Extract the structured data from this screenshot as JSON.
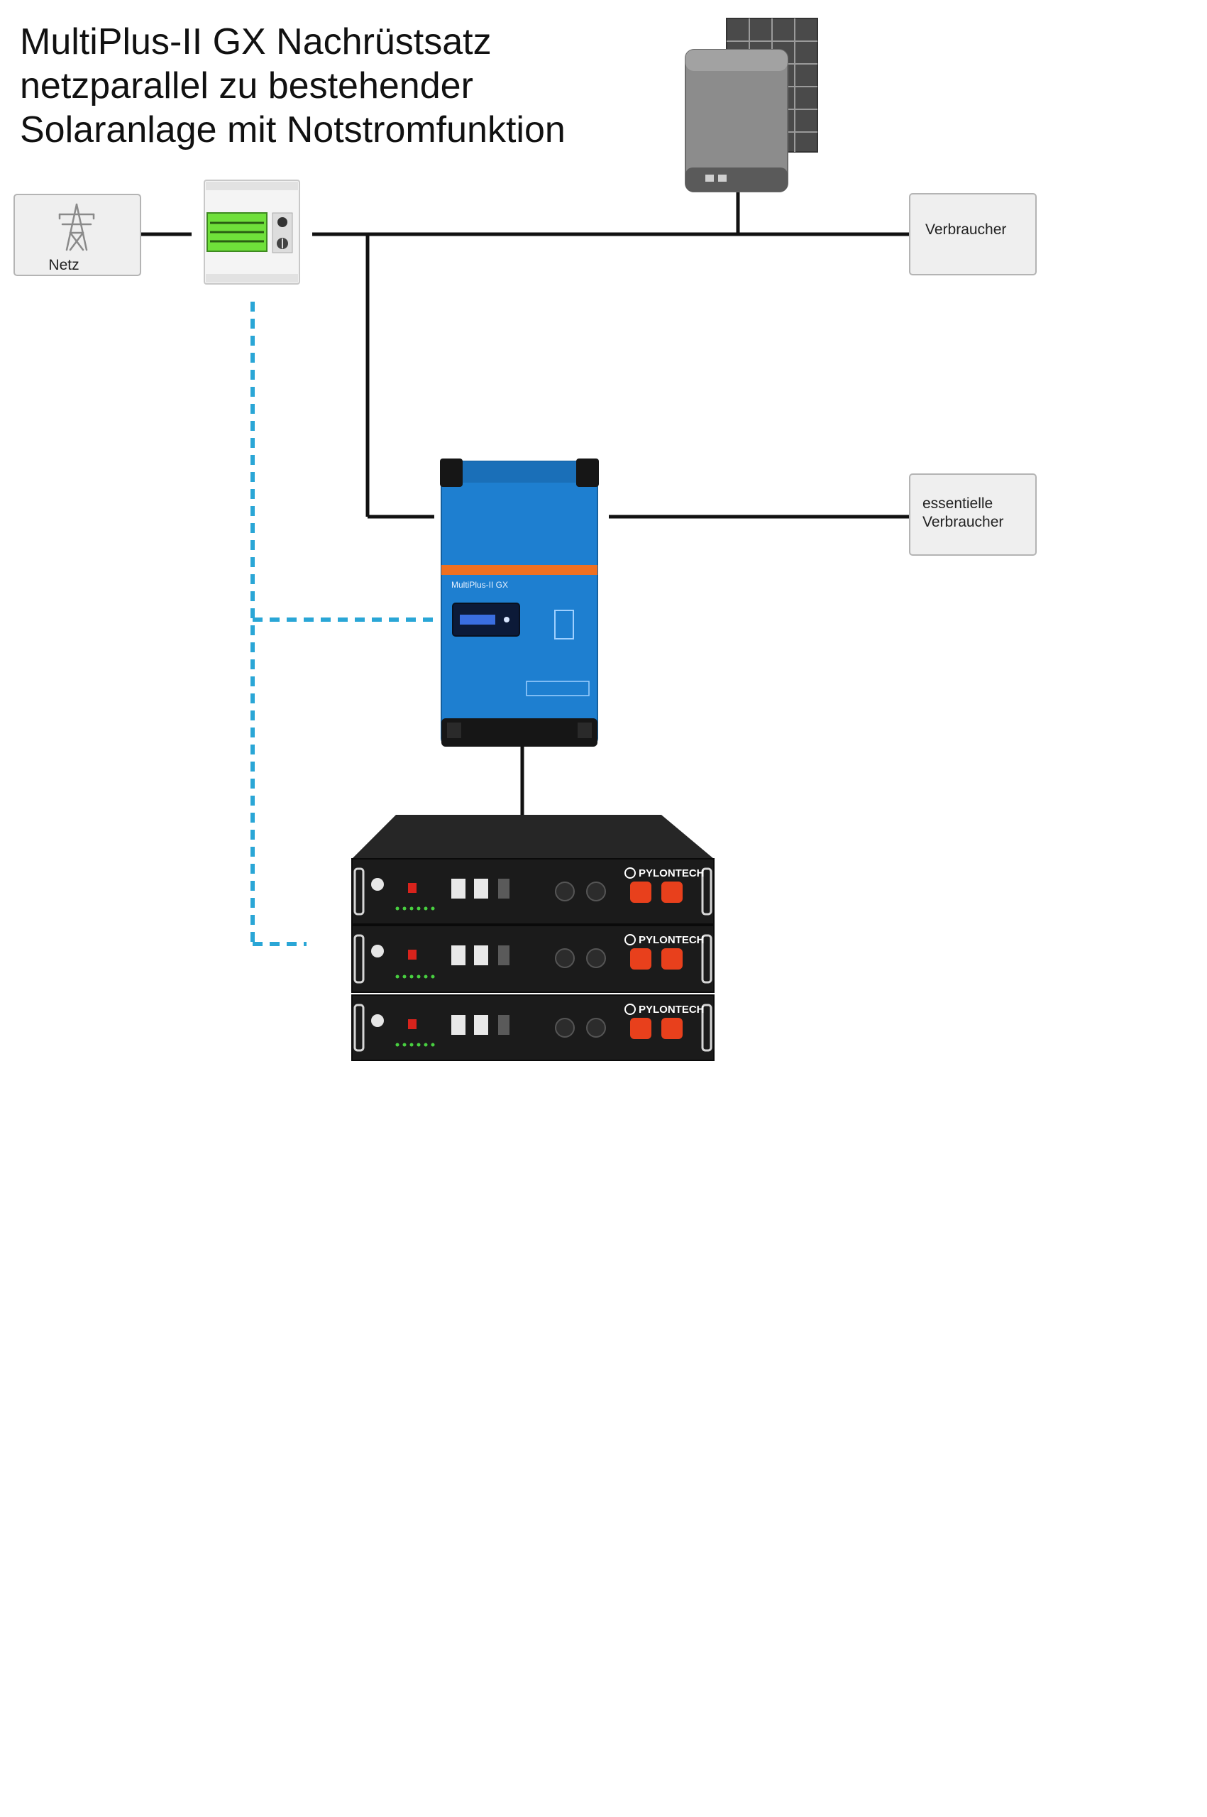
{
  "title": {
    "lines": [
      "MultiPlus-II GX Nachrüstsatz",
      "netzparallel zu bestehender",
      "Solaranlage mit Notstromfunktion"
    ]
  },
  "nodes": {
    "grid": {
      "label": "Netz",
      "icon": "power-pylon-icon"
    },
    "loads": {
      "label": "Verbraucher"
    },
    "essential_loads": {
      "label_line1": "essentielle",
      "label_line2": "Verbraucher"
    },
    "meter": {
      "icon": "energy-meter-icon"
    },
    "solar": {
      "icon": "solar-panel-inverter-icon"
    },
    "inverter": {
      "name": "MultiPlus-II GX",
      "icon": "inverter-icon"
    },
    "batteries": {
      "brand": "PYLONTECH",
      "count": 3,
      "icon": "battery-module-icon"
    }
  },
  "colors": {
    "ac_line": "#111111",
    "comm_line": "#2aa6d6",
    "inverter_body": "#1e7fd0",
    "inverter_stripe": "#f07020",
    "battery_body": "#1b1b1b",
    "battery_terminal": "#e8401c",
    "meter_screen": "#6fe03a",
    "box_fill": "#efefef",
    "box_stroke": "#b4b4b4"
  }
}
